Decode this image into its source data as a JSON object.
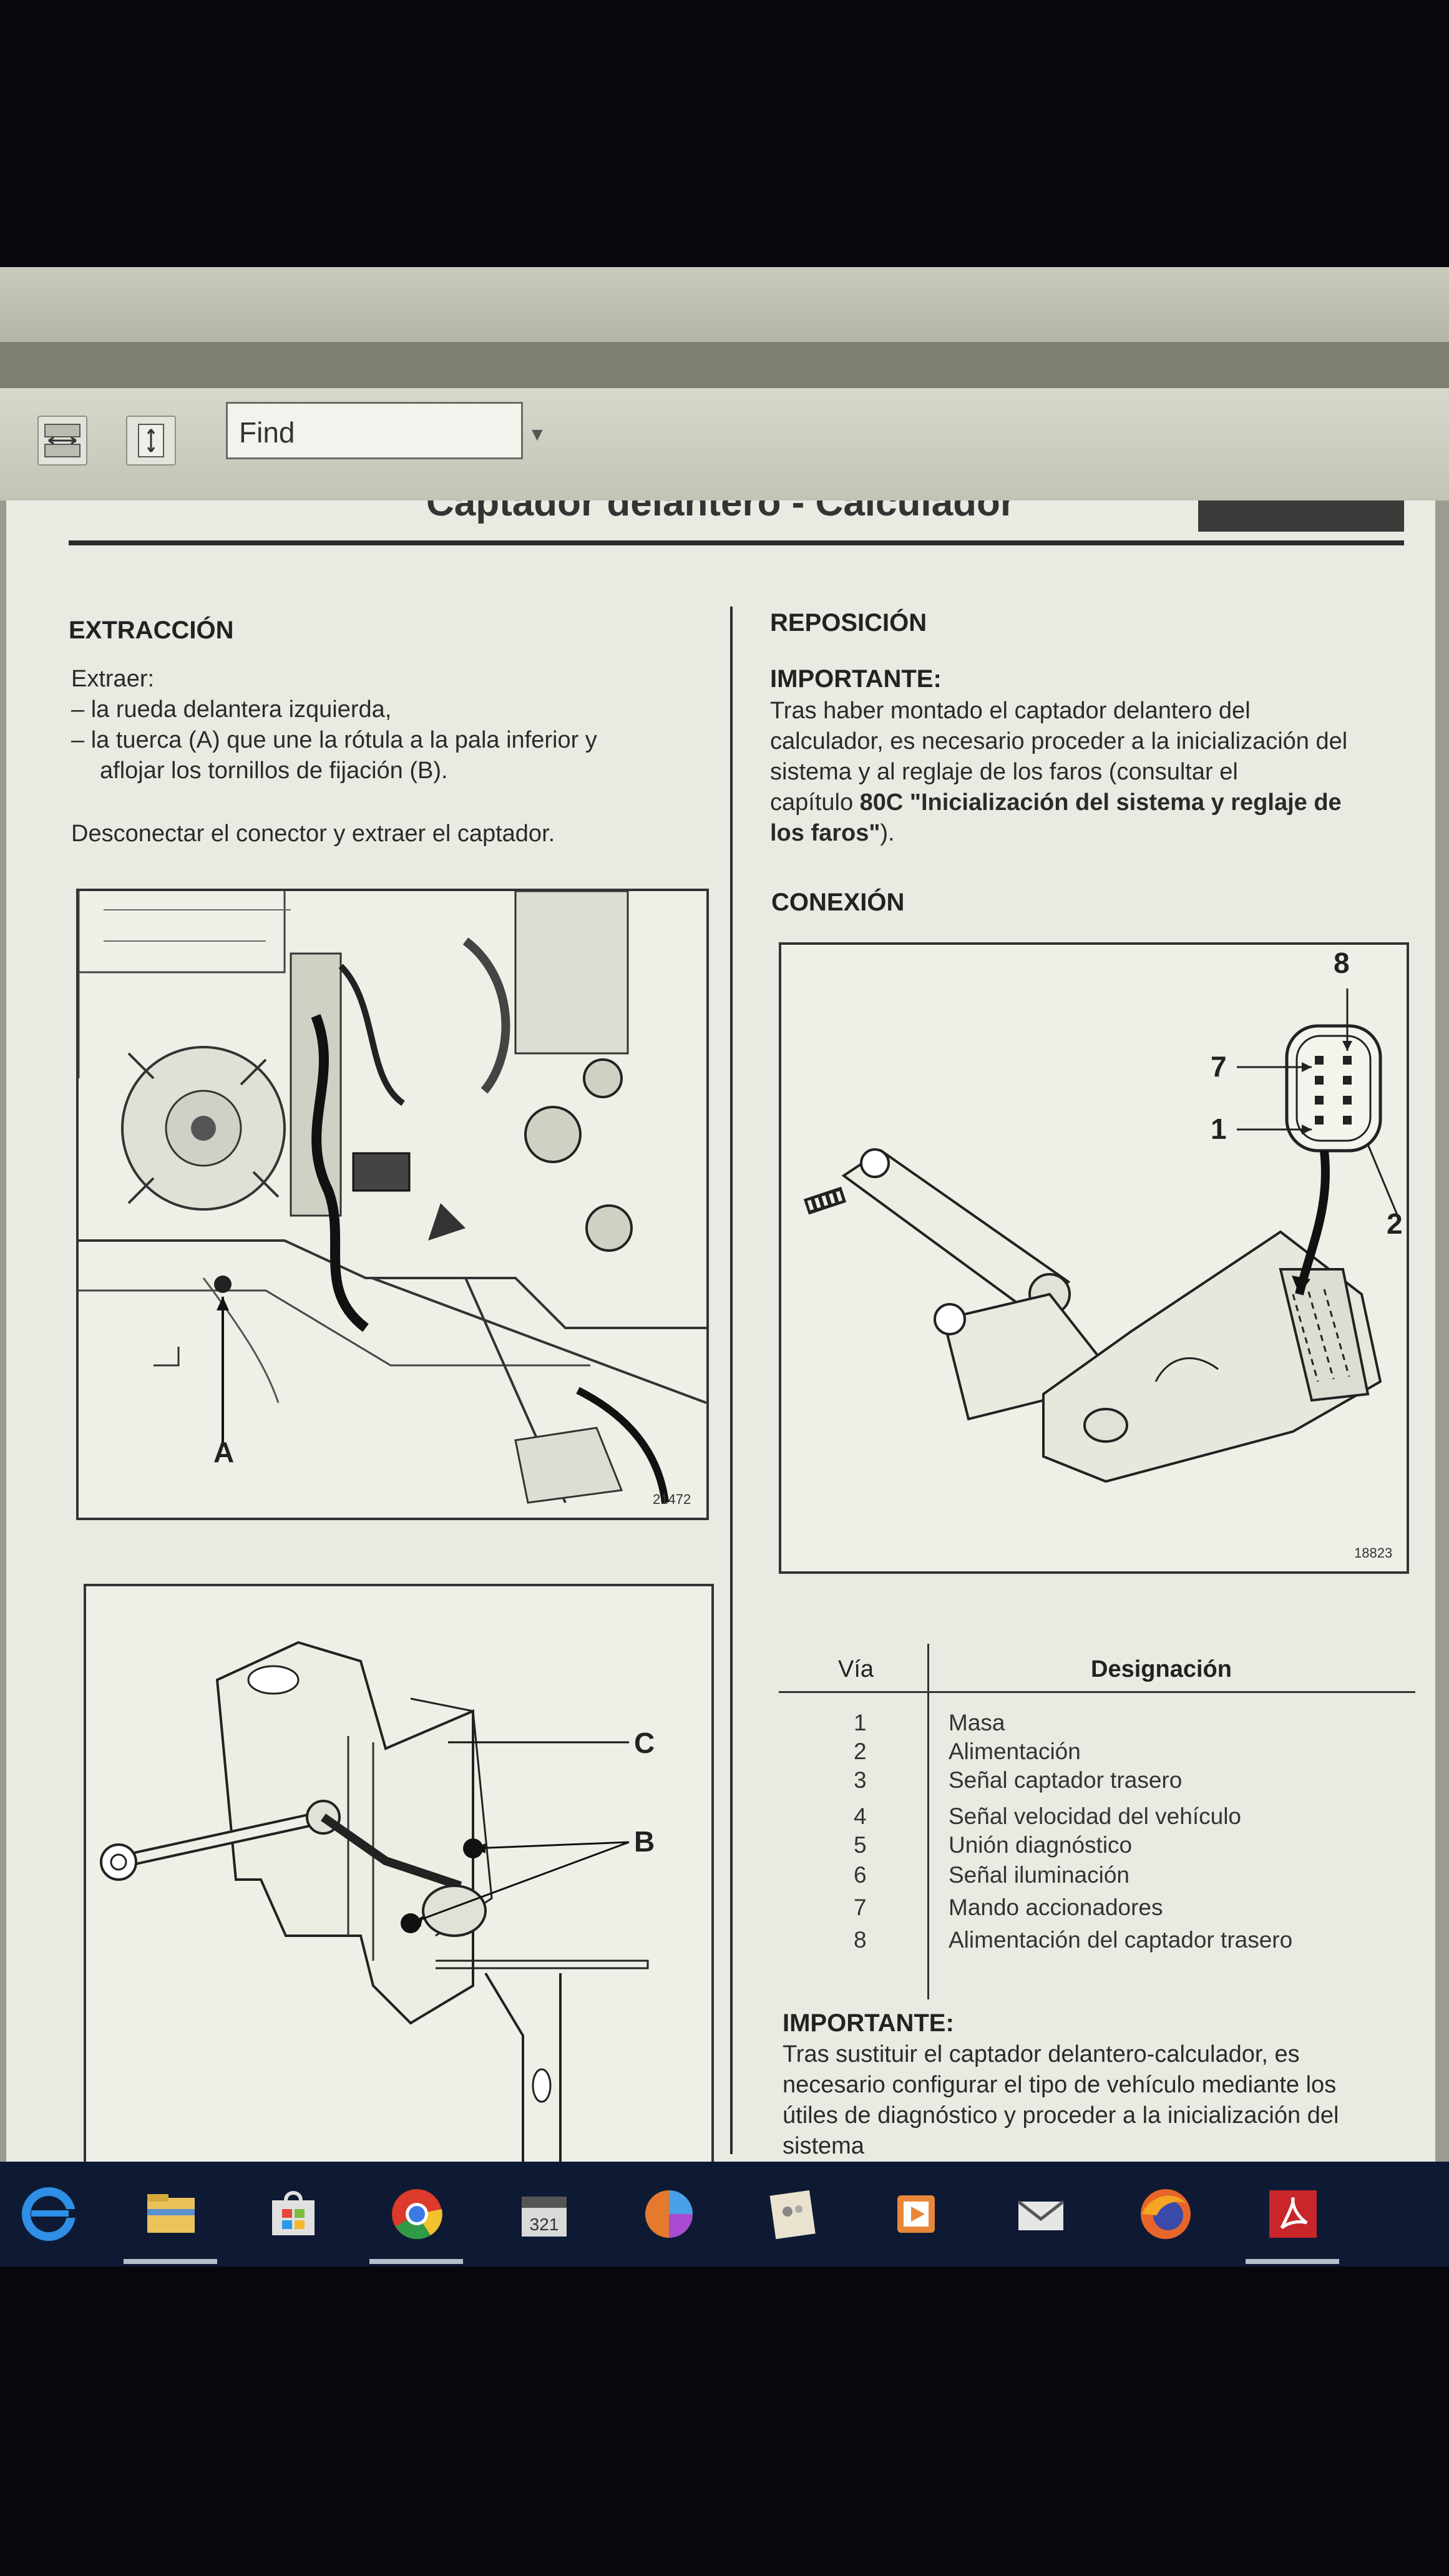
{
  "toolbar": {
    "find_placeholder": "Find"
  },
  "document": {
    "title": "Captador delantero - Calculador",
    "extraccion": {
      "heading": "EXTRACCIÓN",
      "intro": "Extraer:",
      "item1": "– la rueda delantera izquierda,",
      "item2_line1": "– la tuerca (A) que une la rótula a la pala inferior y",
      "item2_line2": "aflojar los tornillos de fijación (B).",
      "instruction": "Desconectar el conector y extraer el captador."
    },
    "figure1": {
      "label_a": "A",
      "number": "21472"
    },
    "figure2": {
      "label_c": "C",
      "label_b": "B"
    },
    "reposicion": {
      "heading": "REPOSICIÓN",
      "important": "IMPORTANTE:",
      "line1": "Tras haber montado el captador delantero del",
      "line2": "calculador, es necesario proceder a la inicialización del",
      "line3": "sistema y al reglaje de los faros (consultar el",
      "line4_start": "capítulo ",
      "line4_bold": "80C \"Inicialización del sistema y reglaje de",
      "line5_bold": "los faros\"",
      "line5_end": ")."
    },
    "conexion": {
      "heading": "CONEXIÓN",
      "pin8": "8",
      "pin7": "7",
      "pin1": "1",
      "pin2": "2",
      "number": "18823"
    },
    "table": {
      "header_via": "Vía",
      "header_designacion": "Designación",
      "rows": [
        {
          "via": "1",
          "designacion": "Masa"
        },
        {
          "via": "2",
          "designacion": "Alimentación"
        },
        {
          "via": "3",
          "designacion": "Señal captador trasero"
        },
        {
          "via": "4",
          "designacion": "Señal velocidad del vehículo"
        },
        {
          "via": "5",
          "designacion": "Unión diagnóstico"
        },
        {
          "via": "6",
          "designacion": "Señal iluminación"
        },
        {
          "via": "7",
          "designacion": "Mando accionadores"
        },
        {
          "via": "8",
          "designacion": "Alimentación del captador trasero"
        }
      ]
    },
    "important2": {
      "heading": "IMPORTANTE:",
      "line1": "Tras sustituir el captador delantero-calculador, es",
      "line2": "necesario configurar el tipo de vehículo mediante los",
      "line3": "útiles de diagnóstico y proceder a la inicialización del",
      "line4": "sistema"
    }
  },
  "taskbar": {
    "icons": [
      "edge-icon",
      "file-explorer-icon",
      "store-icon",
      "chrome-icon",
      "calendar-icon",
      "photos-icon",
      "sticky-icon",
      "media-icon",
      "mail-icon",
      "firefox-icon",
      "acrobat-icon"
    ],
    "colors": {
      "accent": "#0e1a33",
      "acrobat": "#c8262a"
    }
  }
}
